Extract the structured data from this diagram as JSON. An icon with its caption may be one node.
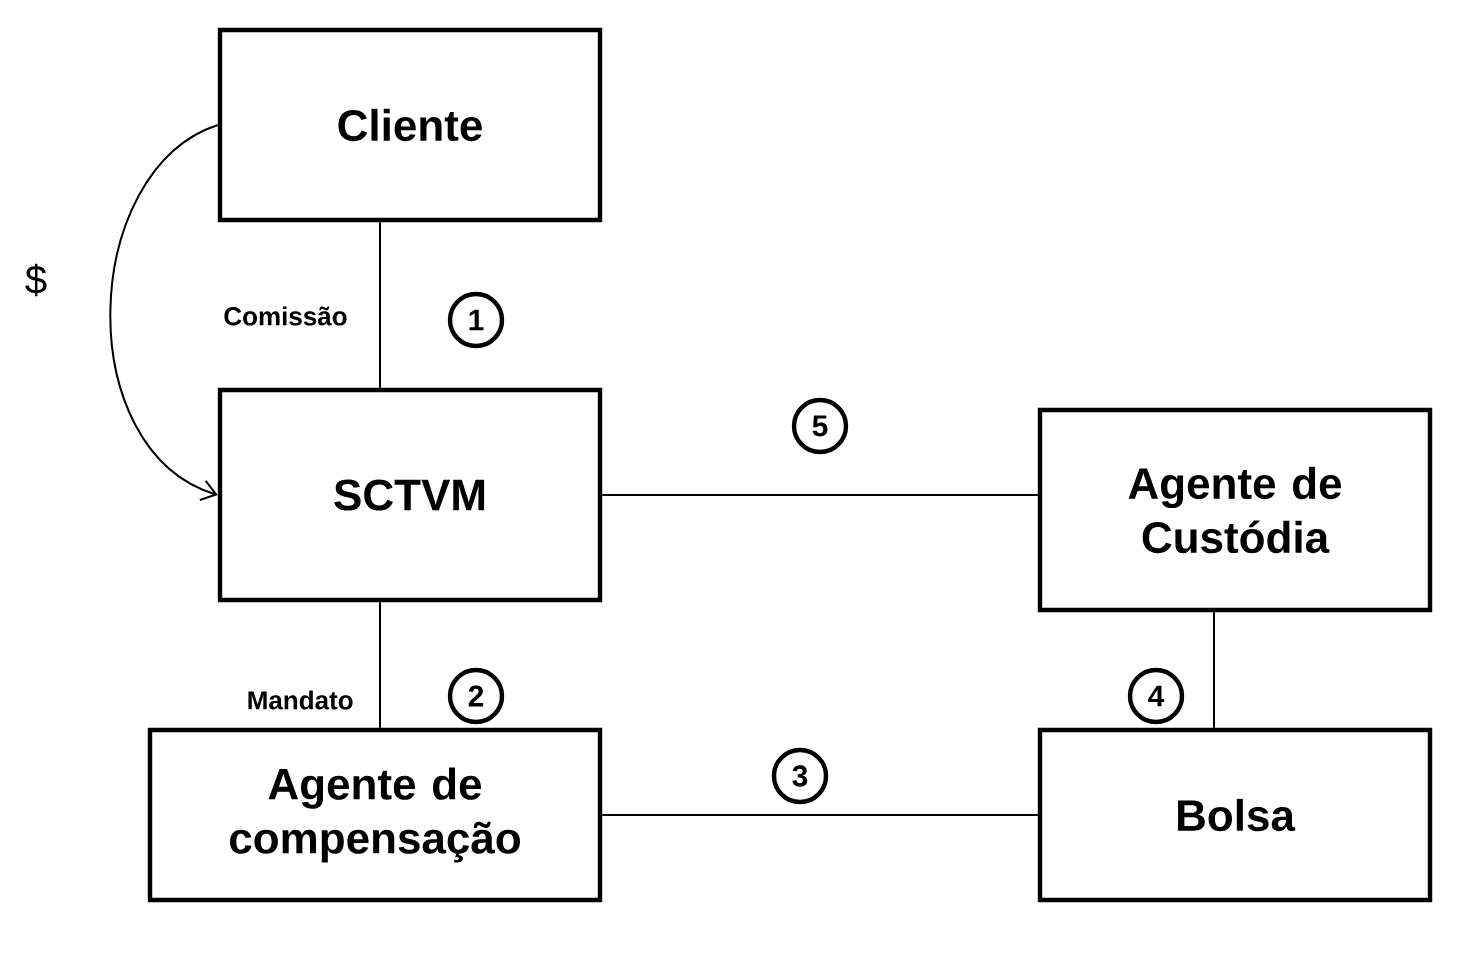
{
  "diagram": {
    "nodes": [
      {
        "text": [
          "Cliente"
        ]
      },
      {
        "text": [
          "SCTVM"
        ]
      },
      {
        "text": [
          "Agente de compensação"
        ]
      },
      {
        "text": [
          "Agente de Custódia"
        ]
      },
      {
        "text": [
          "Bolsa"
        ]
      }
    ],
    "edges": [
      {
        "from": 0,
        "to": 1,
        "arrow": "none",
        "label": "Comissão"
      },
      {
        "from": 0,
        "to": 1,
        "arrow": "to",
        "label": "$"
      },
      {
        "from": 1,
        "to": 3,
        "arrow": "none"
      },
      {
        "from": 1,
        "to": 2,
        "arrow": "none",
        "label": "Mandato"
      },
      {
        "from": 3,
        "to": 4,
        "arrow": "none"
      },
      {
        "from": 2,
        "to": 4,
        "arrow": "none"
      }
    ],
    "labels": [
      "1",
      "5",
      "2",
      "4",
      "3"
    ]
  }
}
